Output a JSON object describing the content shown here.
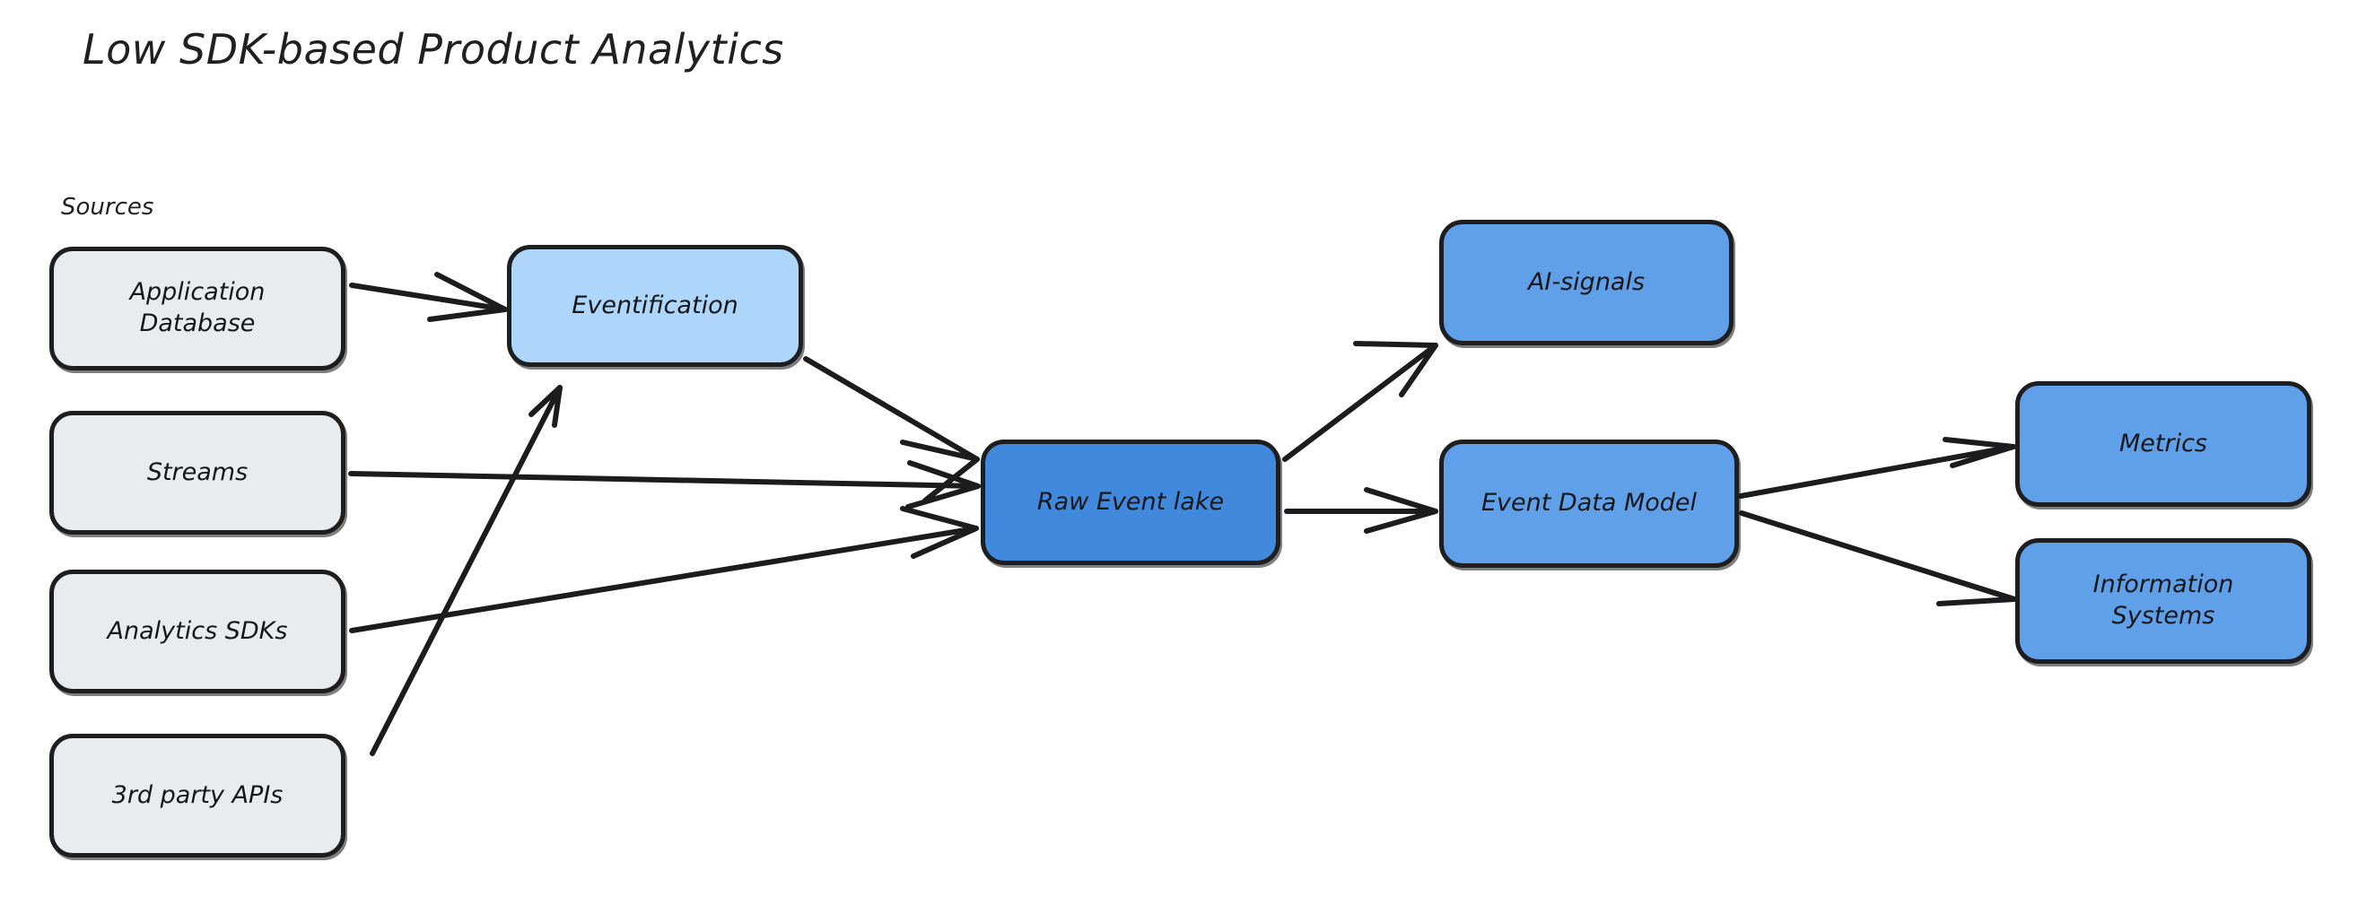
{
  "diagram": {
    "title": "Low SDK-based Product Analytics",
    "type": "flowchart",
    "background_color": "#ffffff",
    "stroke_color": "#1b1c1e",
    "group_labels": [
      {
        "name": "sources",
        "text": "Sources"
      }
    ],
    "palette": {
      "gray": "#e8ecee",
      "light_blue": "#aed6fb",
      "medium_blue": "#5fa0e8",
      "dark_blue": "#4189dd",
      "outline": "#1d1e20",
      "text": "#15171a"
    },
    "nodes": [
      {
        "id": "application-database",
        "label": "Application\nDatabase",
        "fill": "#e8ecee"
      },
      {
        "id": "streams",
        "label": "Streams",
        "fill": "#e8ecee"
      },
      {
        "id": "analytics-sdks",
        "label": "Analytics SDKs",
        "fill": "#e8ecee"
      },
      {
        "id": "third-party-apis",
        "label": "3rd party APIs",
        "fill": "#e8ecee"
      },
      {
        "id": "eventification",
        "label": "Eventification",
        "fill": "#aed6fb"
      },
      {
        "id": "raw-event-lake",
        "label": "Raw Event lake",
        "fill": "#4189dd"
      },
      {
        "id": "ai-signals",
        "label": "AI-signals",
        "fill": "#5fa0e8"
      },
      {
        "id": "event-data-model",
        "label": "Event Data Model",
        "fill": "#5fa0e8"
      },
      {
        "id": "metrics",
        "label": "Metrics",
        "fill": "#5fa0e8"
      },
      {
        "id": "information-systems",
        "label": "Information\nSystems",
        "fill": "#5fa0e8"
      }
    ],
    "edges": [
      {
        "from": "application-database",
        "to": "eventification",
        "label": ""
      },
      {
        "from": "third-party-apis",
        "to": "eventification",
        "label": ""
      },
      {
        "from": "streams",
        "to": "raw-event-lake",
        "label": ""
      },
      {
        "from": "analytics-sdks",
        "to": "raw-event-lake",
        "label": ""
      },
      {
        "from": "eventification",
        "to": "raw-event-lake",
        "label": ""
      },
      {
        "from": "raw-event-lake",
        "to": "ai-signals",
        "label": ""
      },
      {
        "from": "raw-event-lake",
        "to": "event-data-model",
        "label": ""
      },
      {
        "from": "event-data-model",
        "to": "metrics",
        "label": ""
      },
      {
        "from": "event-data-model",
        "to": "information-systems",
        "label": ""
      }
    ]
  }
}
